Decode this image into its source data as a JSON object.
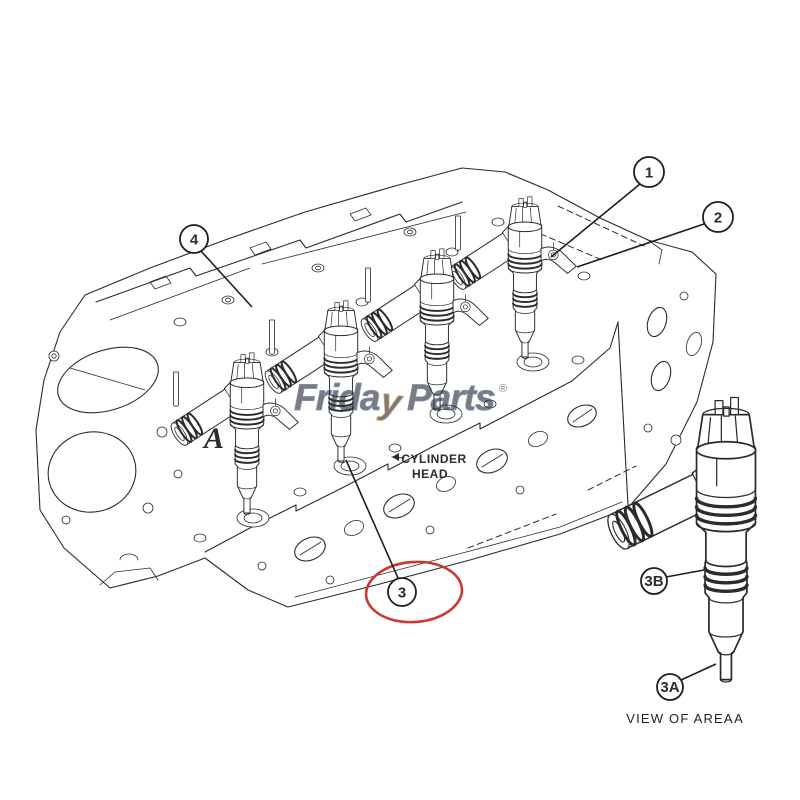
{
  "artwork": {
    "type": "engine-parts-line-diagram",
    "background": "#ffffff",
    "line_color": "#2b2b2b"
  },
  "watermark": {
    "text_leading": "Frida",
    "text_swoosh_letter": "y",
    "text_trailing": "Parts",
    "registered_mark": "®",
    "color_blue": "#4a6fb5",
    "color_orange": "#e2913c"
  },
  "main_view": {
    "area_label": "A",
    "component_label_line1": "CYLINDER",
    "component_label_line2": "HEAD",
    "highlight_color": "#cc3732",
    "callouts": [
      {
        "id": "c1",
        "label": "1"
      },
      {
        "id": "c2",
        "label": "2"
      },
      {
        "id": "c3",
        "label": "3",
        "highlighted": true
      },
      {
        "id": "c4",
        "label": "4"
      }
    ]
  },
  "detail_view": {
    "caption_prefix": "VIEW OF AREA",
    "caption_area": "A",
    "callouts": [
      {
        "id": "c3b",
        "label": "3B"
      },
      {
        "id": "c3a",
        "label": "3A"
      }
    ]
  }
}
